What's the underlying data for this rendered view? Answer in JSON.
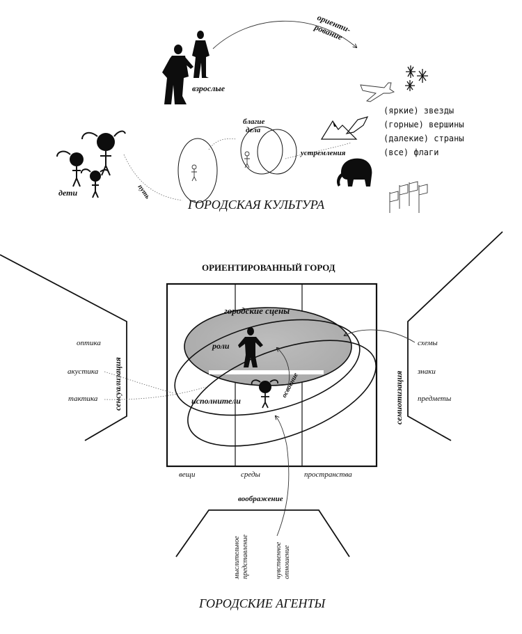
{
  "top": {
    "orient_line1": "ориенти-",
    "orient_line2": "рование",
    "adults": "взрослые",
    "good_deeds_line1": "благие",
    "good_deeds_line2": "дела",
    "aspirations": "устремления",
    "children": "дети",
    "path": "путь",
    "urban_culture": "ГОРОДСКАЯ КУЛЬТУРА",
    "aspiration_list": [
      "(яркие) звезды",
      "(горные) вершины",
      "(далекие) страны",
      "(все) флаги"
    ]
  },
  "center": {
    "title": "ОРИЕНТИРОВАННЫЙ ГОРОД",
    "scenes": "городские сцены",
    "roles": "роли",
    "performers": "исполнители",
    "mastering": "освоение",
    "bottom_labels": [
      "вещи",
      "среды",
      "пространства"
    ],
    "imagination": "воображение"
  },
  "left": {
    "items": [
      "оптика",
      "акустика",
      "тактика"
    ],
    "vertical": "сенсуализация"
  },
  "right": {
    "items": [
      "схемы",
      "знаки",
      "предметы"
    ],
    "vertical": "семиотизация"
  },
  "bottom": {
    "mental_line1": "мыслительное",
    "mental_line2": "представление",
    "sensual_line1": "чувственное",
    "sensual_line2": "отношение",
    "agents": "ГОРОДСКИЕ АГЕНТЫ"
  },
  "icons": [
    "adult-figure-icon",
    "child-figure-icon",
    "airplane-icon",
    "star-icon",
    "mountain-icon",
    "elephant-icon",
    "flags-icon",
    "stick-figure-icon"
  ]
}
